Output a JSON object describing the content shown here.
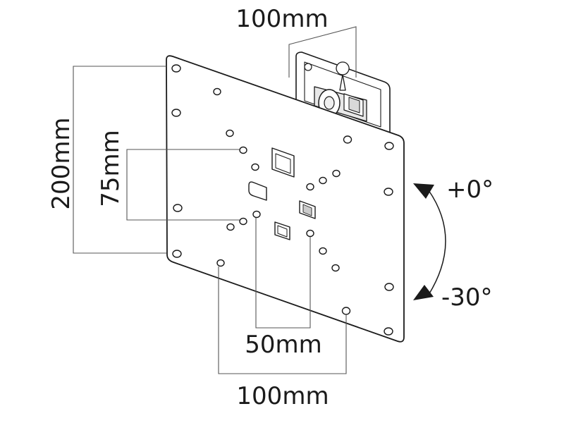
{
  "dimensions": {
    "top_width": "100mm",
    "left_height_outer": "200mm",
    "left_height_inner": "75mm",
    "bottom_inner": "50mm",
    "bottom_outer": "100mm"
  },
  "tilt": {
    "upper": "+0°",
    "lower": "-30°"
  }
}
